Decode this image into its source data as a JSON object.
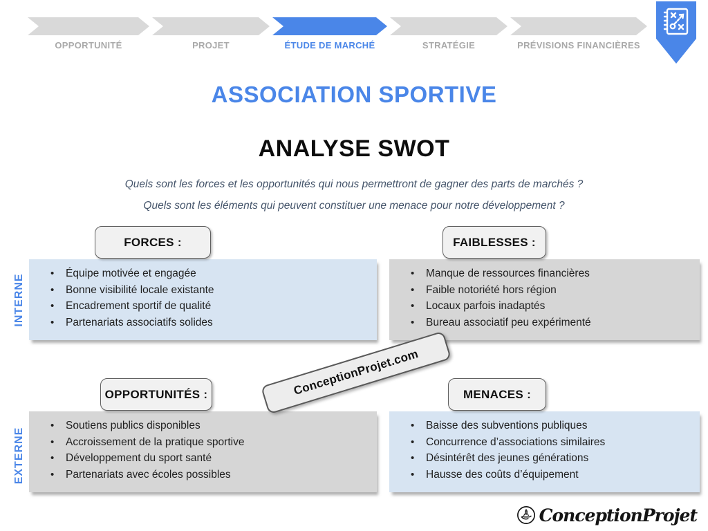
{
  "colors": {
    "accent_blue": "#4a86e8",
    "quadrant_blue": "#d7e4f2",
    "quadrant_gray": "#d6d6d6",
    "step_gray": "#d9d9d9",
    "step_text_gray": "#a9a9a9",
    "question_text": "#44546a"
  },
  "process": {
    "steps": [
      {
        "label": "OPPORTUNITÉ",
        "active": false
      },
      {
        "label": "PROJET",
        "active": false
      },
      {
        "label": "ÉTUDE DE MARCHÉ",
        "active": true
      },
      {
        "label": "STRATÉGIE",
        "active": false
      },
      {
        "label": "PRÉVISIONS FINANCIÈRES",
        "active": false
      }
    ],
    "badge_icon": "strategy-board-icon"
  },
  "titles": {
    "main": "ASSOCIATION SPORTIVE",
    "subtitle": "ANALYSE SWOT"
  },
  "questions": [
    "Quels sont les forces et les opportunités qui nous permettront de gagner des parts de marchés ?",
    "Quels sont les éléments qui peuvent constituer une menace pour notre développement ?"
  ],
  "axis_labels": {
    "internal": "INTERNE",
    "external": "EXTERNE"
  },
  "quadrants": [
    {
      "label": "FORCES :",
      "tone": "blue",
      "items": [
        "Équipe motivée et engagée",
        "Bonne visibilité locale existante",
        "Encadrement sportif de qualité",
        "Partenariats associatifs solides"
      ]
    },
    {
      "label": "FAIBLESSES :",
      "tone": "gray",
      "items": [
        "Manque de ressources financières",
        "Faible notoriété hors région",
        "Locaux parfois inadaptés",
        "Bureau associatif peu expérimenté"
      ]
    },
    {
      "label": "OPPORTUNITÉS :",
      "tone": "gray",
      "items": [
        "Soutiens publics disponibles",
        "Accroissement de la pratique sportive",
        "Développement du sport santé",
        "Partenariats avec écoles possibles"
      ]
    },
    {
      "label": "MENACES :",
      "tone": "blue",
      "items": [
        "Baisse des subventions publiques",
        "Concurrence d’associations similaires",
        "Désintérêt des jeunes générations",
        "Hausse des coûts d’équipement"
      ]
    }
  ],
  "watermark": "ConceptionProjet.com",
  "footer_logo": {
    "text": "ConceptionProjet",
    "icon": "hand-rocket-icon"
  }
}
